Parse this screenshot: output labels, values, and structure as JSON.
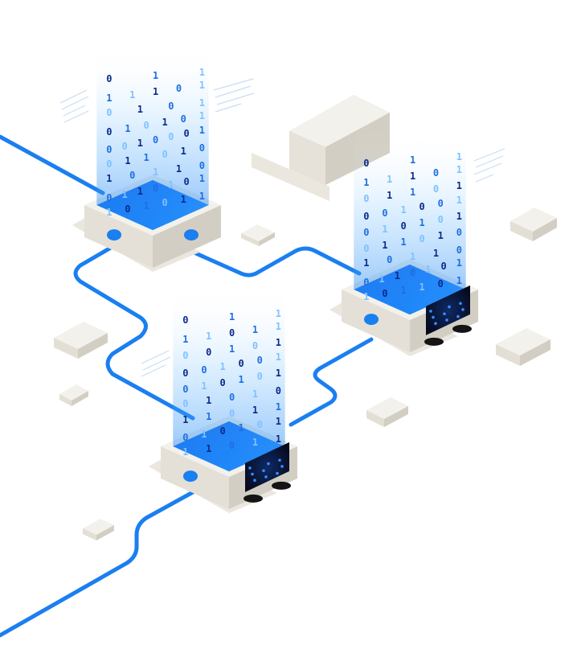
{
  "colors": {
    "background": "#ffffff",
    "cable": "#1a7ff0",
    "glow_top": "#1273f2",
    "glow_bottom": "#4fb0ff",
    "digit_dark": "#0b2b8c",
    "digit_mid": "#1f6fe0",
    "digit_light": "#7fc2ff",
    "box_top": "#f3f1ec",
    "box_side_left": "#e4e0d7",
    "box_side_right": "#d3cec3",
    "shadow": "#ebe7df",
    "panel": "#0a1430",
    "panel_light": "#3a8cff"
  },
  "icons": [
    "server-node-icon",
    "data-stream-icon",
    "network-cable-icon",
    "led-panel-icon",
    "block-icon"
  ],
  "servers": [
    {
      "id": "server-a",
      "has_panel": false,
      "stream": [
        "0 1 1",
        "1 1 1 0 1",
        "0 1 0 1",
        "0 1 0 1 0 1",
        "0 0 1 0 0 0 1",
        "0 1 1 0 1 0",
        "1 0 1 1 0",
        "0 1 1 0 1 0 1",
        "1 0 1 0 1 1"
      ]
    },
    {
      "id": "server-b",
      "has_panel": true,
      "stream": [
        "0 1 1",
        "1 1 0 1 1",
        "0 0 1 0 1",
        "0 0 1 0 0 1",
        "0 1 0 1 0 1",
        "0 1 0 1 0",
        "1 1 0 1 1",
        "0 1 0 1 0 1",
        "1 1 0 1 1"
      ]
    },
    {
      "id": "server-c",
      "has_panel": true,
      "stream": [
        "0 1 1",
        "1 1 1 0 1",
        "0 1 1 0 1",
        "0 0 1 0 0 1",
        "0 1 0 1 0 1",
        "0 1 1 0 1 0",
        "1 0 1 1 0",
        "0 1 1 0 1 0 1",
        "1 0 1 1 0 1"
      ]
    }
  ]
}
